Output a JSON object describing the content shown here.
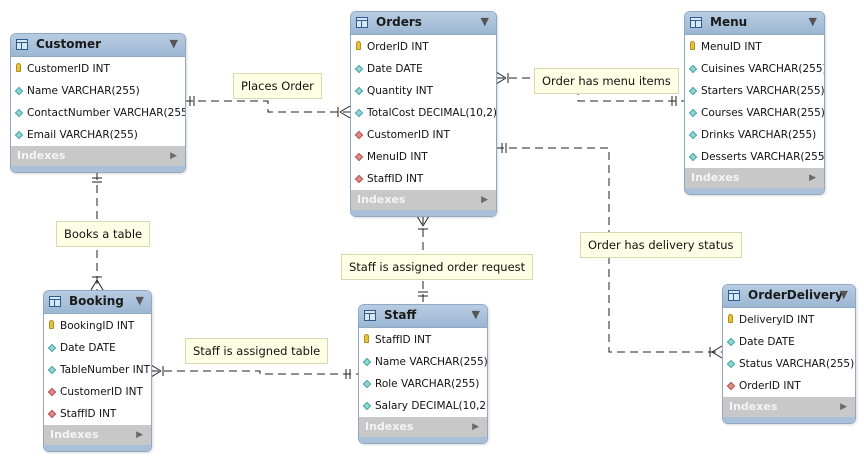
{
  "entities": [
    {
      "id": "customer",
      "name": "Customer",
      "fields": [
        {
          "text": "CustomerID INT",
          "kind": "pk"
        },
        {
          "text": "Name VARCHAR(255)",
          "kind": "col"
        },
        {
          "text": "ContactNumber VARCHAR(255)",
          "kind": "col"
        },
        {
          "text": "Email VARCHAR(255)",
          "kind": "col"
        }
      ],
      "indexes": "Indexes"
    },
    {
      "id": "orders",
      "name": "Orders",
      "fields": [
        {
          "text": "OrderID INT",
          "kind": "pk"
        },
        {
          "text": "Date DATE",
          "kind": "col"
        },
        {
          "text": "Quantity INT",
          "kind": "col"
        },
        {
          "text": "TotalCost DECIMAL(10,2)",
          "kind": "col"
        },
        {
          "text": "CustomerID INT",
          "kind": "fk"
        },
        {
          "text": "MenuID INT",
          "kind": "fk"
        },
        {
          "text": "StaffID INT",
          "kind": "fk"
        }
      ],
      "indexes": "Indexes"
    },
    {
      "id": "menu",
      "name": "Menu",
      "fields": [
        {
          "text": "MenuID INT",
          "kind": "pk"
        },
        {
          "text": "Cuisines VARCHAR(255)",
          "kind": "col"
        },
        {
          "text": "Starters VARCHAR(255)",
          "kind": "col"
        },
        {
          "text": "Courses VARCHAR(255)",
          "kind": "col"
        },
        {
          "text": "Drinks VARCHAR(255)",
          "kind": "col"
        },
        {
          "text": "Desserts VARCHAR(255)",
          "kind": "col"
        }
      ],
      "indexes": "Indexes"
    },
    {
      "id": "booking",
      "name": "Booking",
      "fields": [
        {
          "text": "BookingID INT",
          "kind": "pk"
        },
        {
          "text": "Date DATE",
          "kind": "col"
        },
        {
          "text": "TableNumber INT",
          "kind": "col"
        },
        {
          "text": "CustomerID INT",
          "kind": "fk"
        },
        {
          "text": "StaffID INT",
          "kind": "fk"
        }
      ],
      "indexes": "Indexes"
    },
    {
      "id": "staff",
      "name": "Staff",
      "fields": [
        {
          "text": "StaffID INT",
          "kind": "pk"
        },
        {
          "text": "Name VARCHAR(255)",
          "kind": "col"
        },
        {
          "text": "Role VARCHAR(255)",
          "kind": "col"
        },
        {
          "text": "Salary DECIMAL(10,2)",
          "kind": "col"
        }
      ],
      "indexes": "Indexes"
    },
    {
      "id": "orderdelivery",
      "name": "OrderDelivery",
      "fields": [
        {
          "text": "DeliveryID INT",
          "kind": "pk"
        },
        {
          "text": "Date DATE",
          "kind": "col"
        },
        {
          "text": "Status VARCHAR(255)",
          "kind": "col"
        },
        {
          "text": "OrderID INT",
          "kind": "fk"
        }
      ],
      "indexes": "Indexes"
    }
  ],
  "relationships": [
    {
      "id": "places-order",
      "label": "Places Order"
    },
    {
      "id": "order-has-menu-items",
      "label": "Order has menu items"
    },
    {
      "id": "books-a-table",
      "label": "Books a table"
    },
    {
      "id": "staff-assigned-order",
      "label": "Staff is assigned order request"
    },
    {
      "id": "order-has-delivery-status",
      "label": "Order has delivery status"
    },
    {
      "id": "staff-assigned-table",
      "label": "Staff is assigned table"
    }
  ],
  "colors": {
    "header": "#9cb7d3",
    "line": "#222222",
    "label_bg": "#ffffe6",
    "indexes_bg": "#c8c8c8"
  }
}
